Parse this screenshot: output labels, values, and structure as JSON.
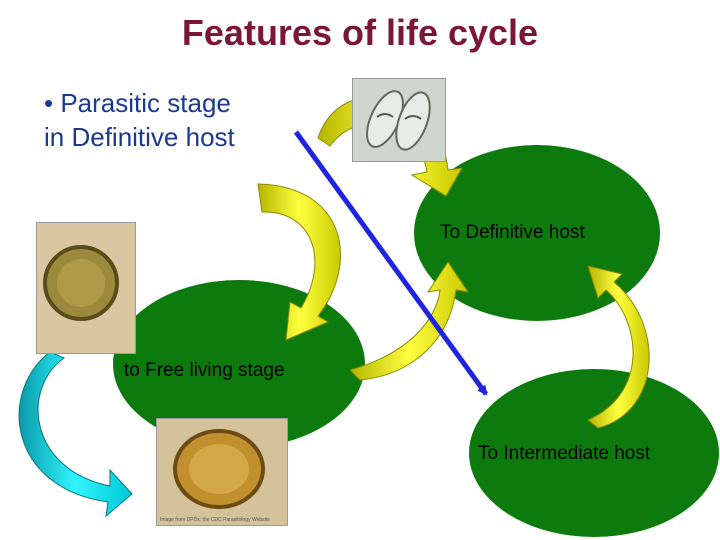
{
  "title": "Features of life cycle",
  "bullet": {
    "marker": "•",
    "line1": "Parasitic stage",
    "line2": "in Definitive host"
  },
  "nodes": {
    "definitive_host": "To Definitive host",
    "free_living": "to Free living stage",
    "intermediate_host": "To Intermediate host"
  },
  "image_credit": "Image from DPDx: the CDC Parasitology Website",
  "colors": {
    "title": "#7a1638",
    "bullet": "#1a3a8f",
    "ellipse": "#0c7a0c",
    "arrow_yellow": "#ffff33",
    "arrow_olive": "#a8a800",
    "arrow_cyan": "#00e8f0",
    "arrow_teal": "#0a9aa8",
    "line_blue": "#1e24e0"
  }
}
